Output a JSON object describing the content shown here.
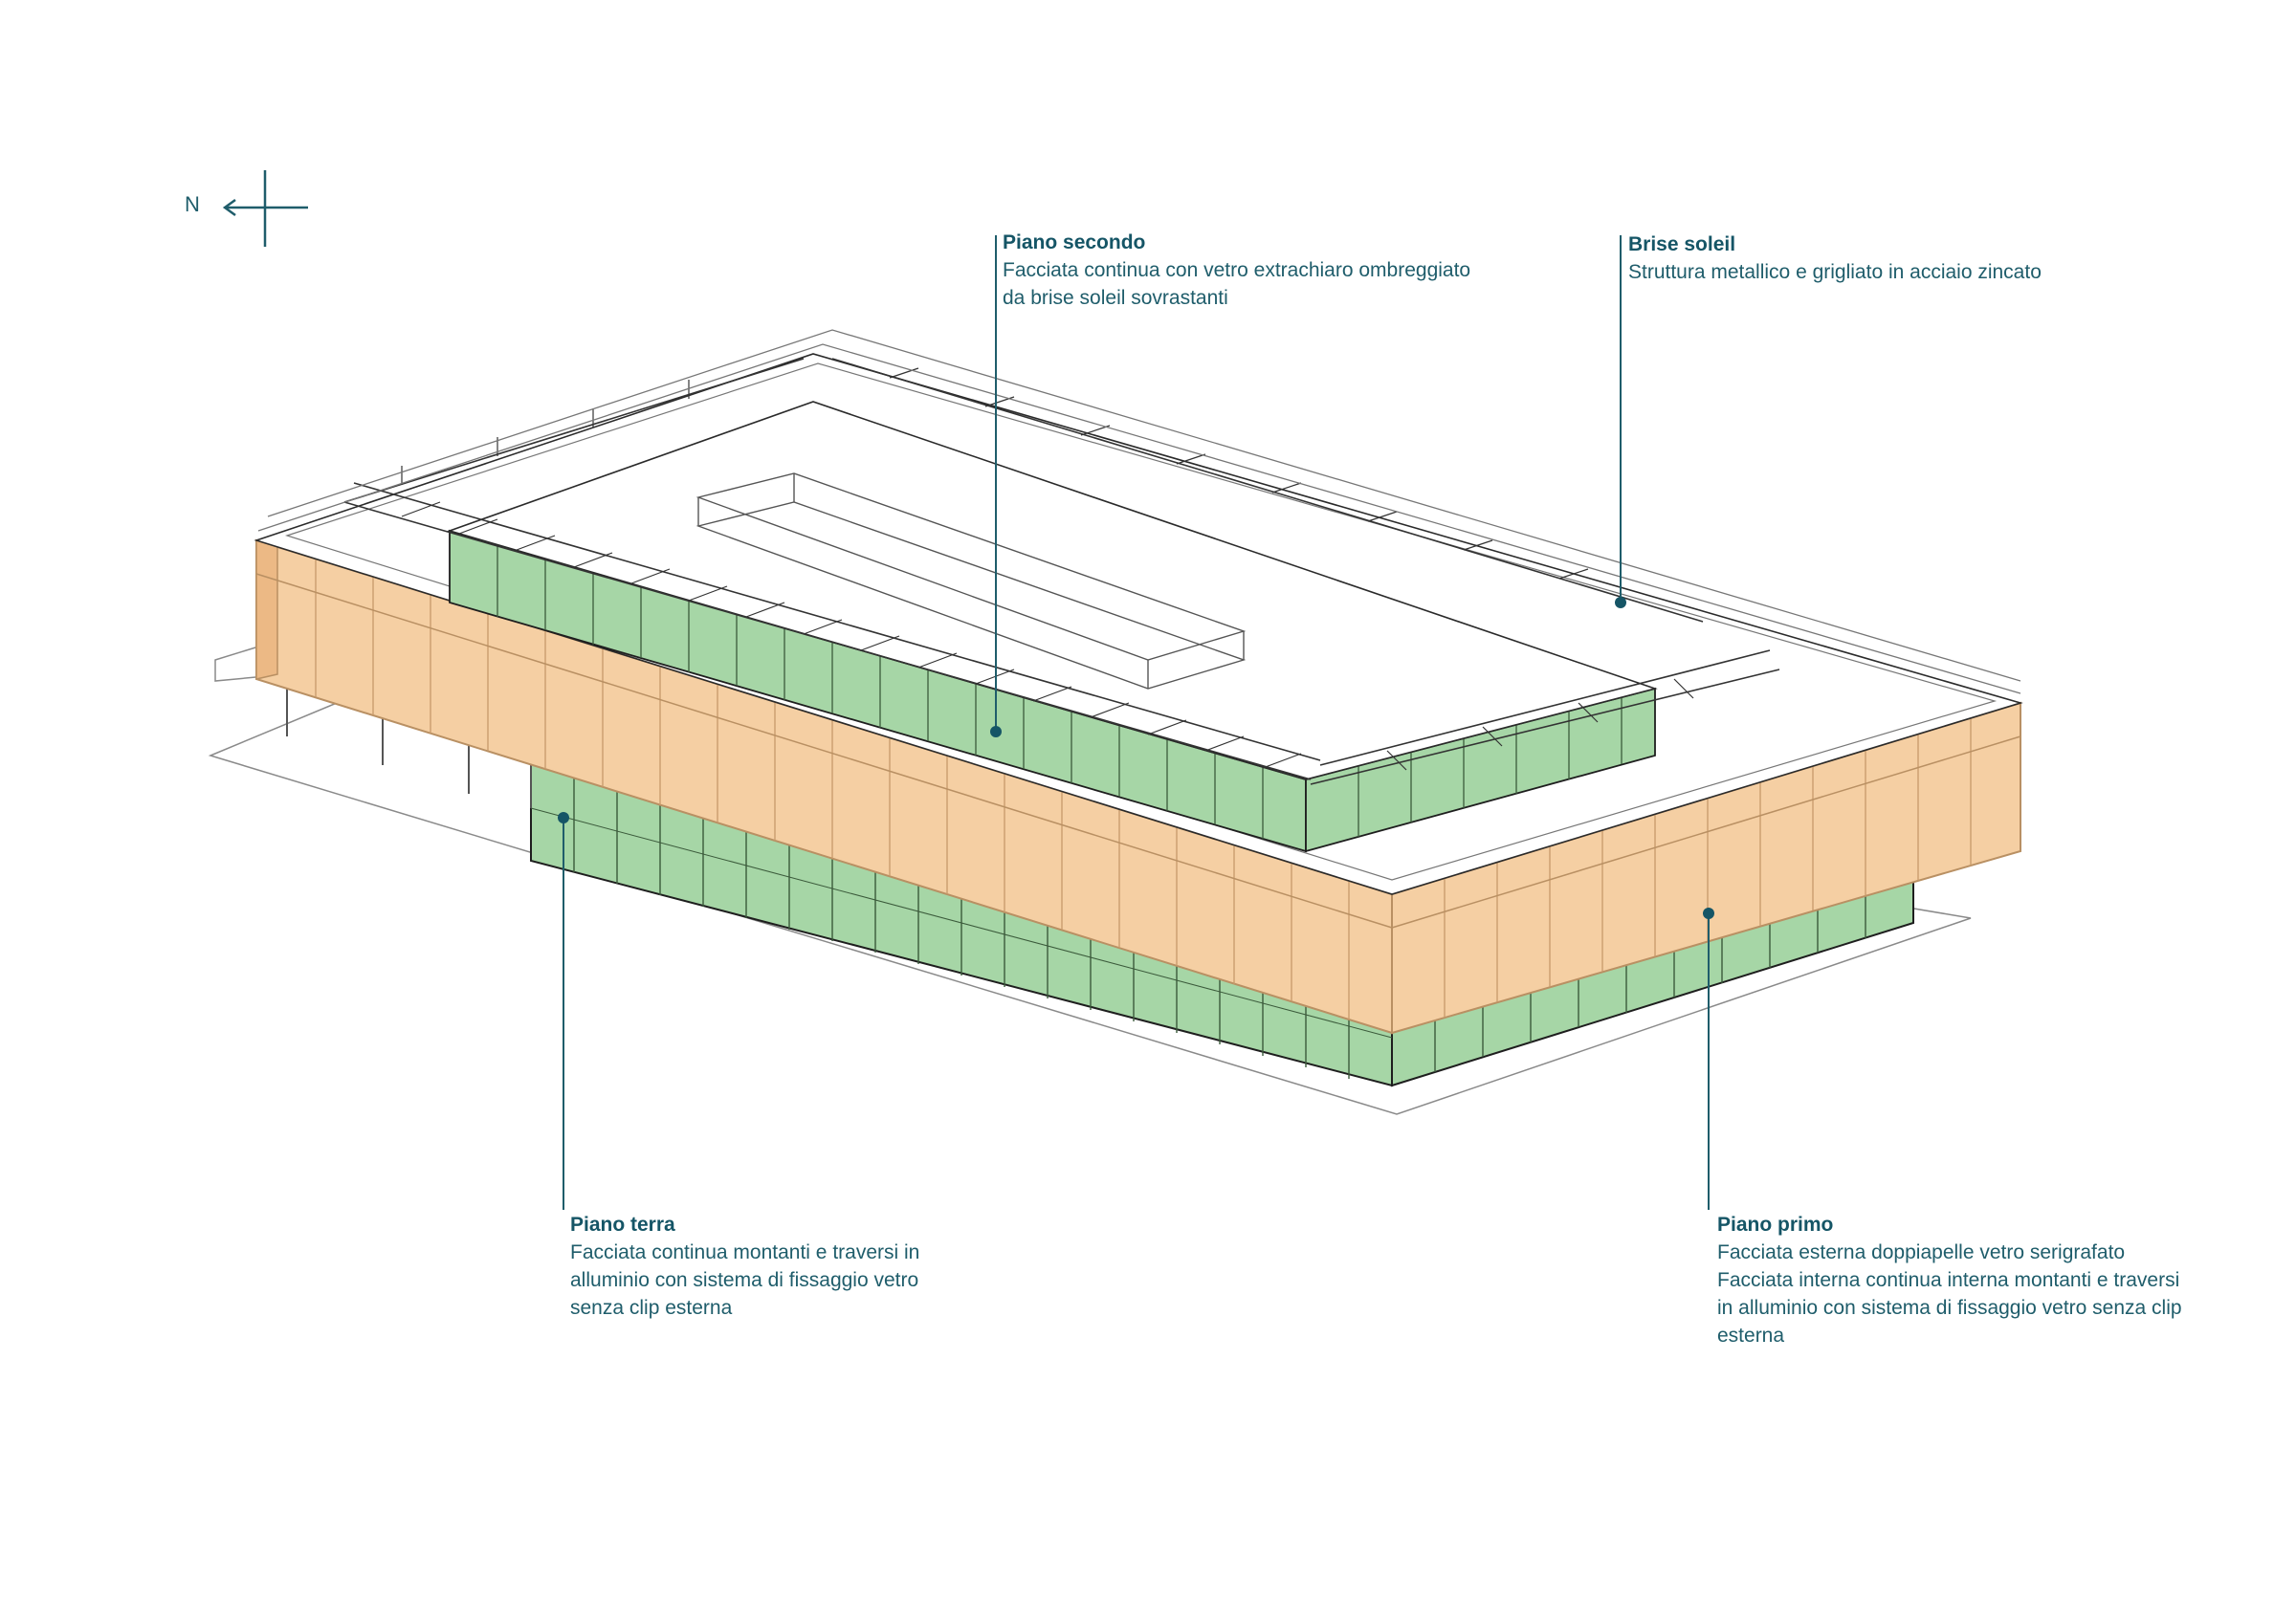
{
  "compass": {
    "label": "N"
  },
  "colors": {
    "accent": "#1f5d6b",
    "wood": "#f3c898",
    "glass": "#9ccf9f",
    "line": "#2a2a2a"
  },
  "annotations": [
    {
      "id": "piano-secondo",
      "title": "Piano secondo",
      "lines": [
        "Facciata continua con vetro extrachiaro ombreggiato",
        "da brise soleil sovrastanti"
      ]
    },
    {
      "id": "brise-soleil",
      "title": "Brise soleil",
      "lines": [
        "Struttura metallico e grigliato in acciaio zincato"
      ]
    },
    {
      "id": "piano-terra",
      "title": "Piano terra",
      "lines": [
        "Facciata continua montanti e traversi in",
        "alluminio con sistema di fissaggio vetro",
        "senza clip esterna"
      ]
    },
    {
      "id": "piano-primo",
      "title": "Piano primo",
      "lines": [
        "Facciata esterna doppiapelle vetro serigrafato",
        "Facciata interna continua interna montanti e traversi",
        "in alluminio con sistema di fissaggio vetro senza clip",
        "esterna"
      ]
    }
  ]
}
